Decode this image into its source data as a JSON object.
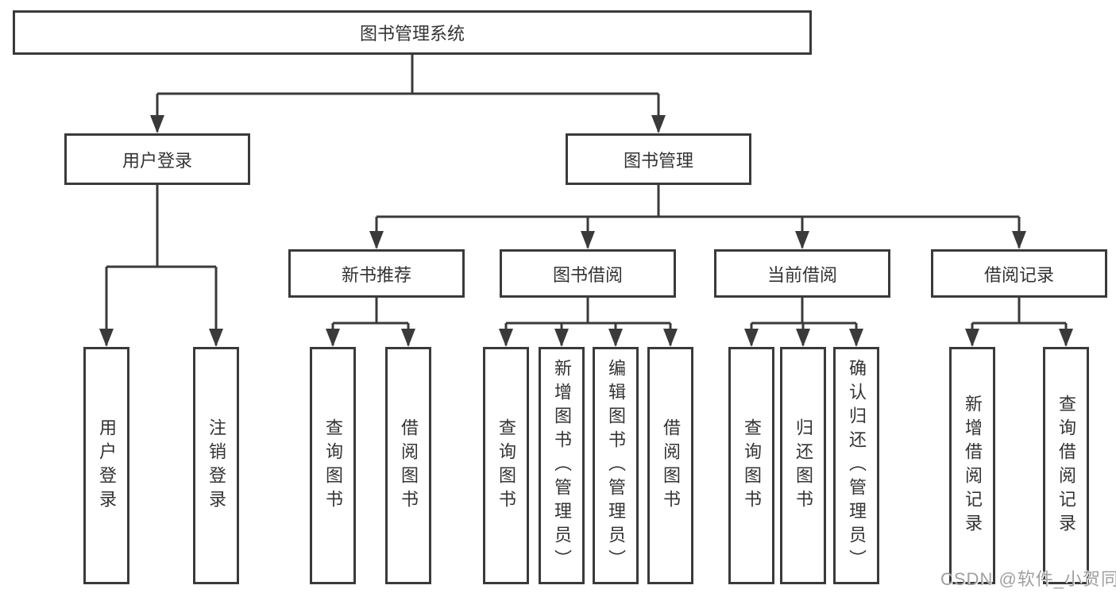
{
  "colors": {
    "line": "#3a3a3a",
    "text": "#333333",
    "watermark": "#a0a0a0",
    "background": "#ffffff"
  },
  "tree": {
    "root": {
      "label": "图书管理系统"
    },
    "user_login": {
      "label": "用户登录",
      "children": [
        {
          "label": "用户登录"
        },
        {
          "label": "注销登录"
        }
      ]
    },
    "book_mgmt": {
      "label": "图书管理",
      "sections": {
        "new_book": {
          "label": "新书推荐",
          "children": [
            {
              "label": "查询图书"
            },
            {
              "label": "借阅图书"
            }
          ]
        },
        "book_borrow": {
          "label": "图书借阅",
          "children": [
            {
              "label": "查询图书"
            },
            {
              "label": "新增图书（管理员）"
            },
            {
              "label": "编辑图书（管理员）"
            },
            {
              "label": "借阅图书"
            }
          ]
        },
        "current_borrow": {
          "label": "当前借阅",
          "children": [
            {
              "label": "查询图书"
            },
            {
              "label": "归还图书"
            },
            {
              "label": "确认归还（管理员）"
            }
          ]
        },
        "borrow_records": {
          "label": "借阅记录",
          "children": [
            {
              "label": "新增借阅记录"
            },
            {
              "label": "查询借阅记录"
            }
          ]
        }
      }
    }
  },
  "watermark": {
    "text": "CSDN @软件_小贺同学"
  }
}
